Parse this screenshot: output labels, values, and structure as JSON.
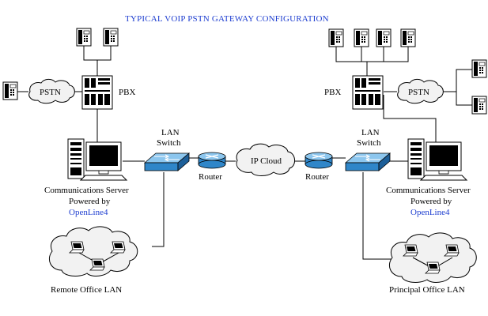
{
  "title": "TYPICAL VOIP PSTN GATEWAY CONFIGURATION",
  "left": {
    "pstn": "PSTN",
    "pbx": "PBX",
    "lan_switch_line1": "LAN",
    "lan_switch_line2": "Switch",
    "router": "Router",
    "server_line1": "Communications Server",
    "server_line2": "Powered by",
    "server_line3": "OpenLine4",
    "lan": "Remote Office LAN"
  },
  "center": {
    "cloud": "IP Cloud"
  },
  "right": {
    "pstn": "PSTN",
    "pbx": "PBX",
    "lan_switch_line1": "LAN",
    "lan_switch_line2": "Switch",
    "router": "Router",
    "server_line1": "Communications Server",
    "server_line2": "Powered by",
    "server_line3": "OpenLine4",
    "lan": "Principal Office LAN"
  },
  "colors": {
    "accent": "#1f3fd0",
    "switch": "#4aa3df",
    "router": "#3d8fd0",
    "cloud": "#f2f2f2"
  }
}
